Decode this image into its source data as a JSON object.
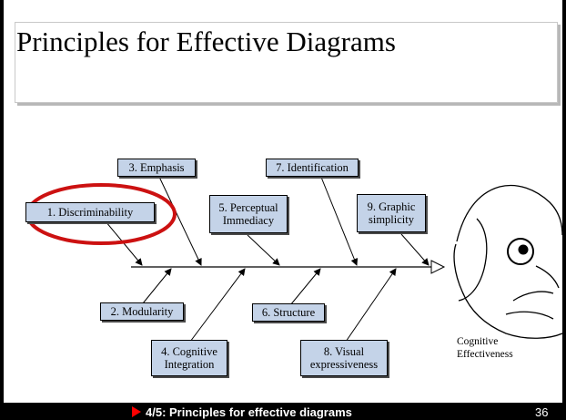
{
  "slide": {
    "title": "Principles for Effective Diagrams"
  },
  "diagram": {
    "principles": {
      "p1": "1. Discriminability",
      "p2": "2. Modularity",
      "p3": "3. Emphasis",
      "p4_line1": "4. Cognitive",
      "p4_line2": "Integration",
      "p5_line1": "5. Perceptual",
      "p5_line2": "Immediacy",
      "p6": "6. Structure",
      "p7": "7. Identification",
      "p8_line1": "8. Visual",
      "p8_line2": "expressiveness",
      "p9_line1": "9. Graphic",
      "p9_line2": "simplicity"
    },
    "outcome_line1": "Cognitive",
    "outcome_line2": "Effectiveness",
    "box_fill": "#c4d3e8",
    "highlight_color": "#cc1111"
  },
  "footer": {
    "text": "4/5: Principles for effective diagrams",
    "page_number": "36"
  }
}
